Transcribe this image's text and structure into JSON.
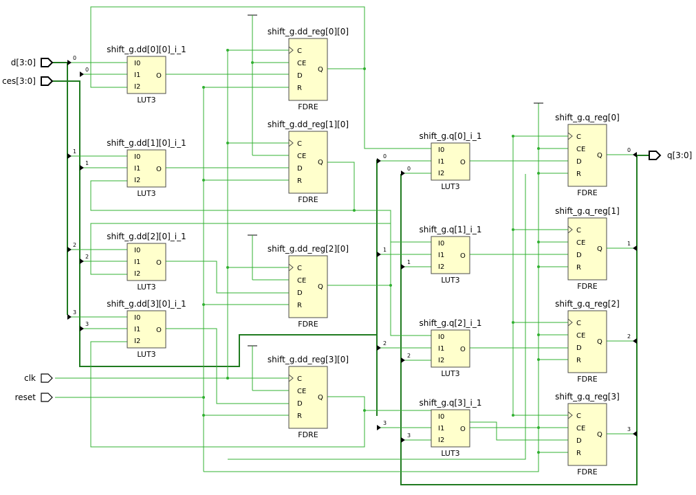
{
  "ports": {
    "inputs": [
      {
        "name": "d[3:0]",
        "bus": true
      },
      {
        "name": "ces[3:0]",
        "bus": true
      },
      {
        "name": "clk",
        "bus": false
      },
      {
        "name": "reset",
        "bus": false
      }
    ],
    "outputs": [
      {
        "name": "q[3:0]",
        "bus": true
      }
    ]
  },
  "luts_stage1": [
    {
      "name": "shift_g.dd[0][0]_i_1",
      "type": "LUT3",
      "pins": [
        "I0",
        "I1",
        "I2"
      ],
      "out": "O",
      "d_index": "0",
      "ces_index": "0"
    },
    {
      "name": "shift_g.dd[1][0]_i_1",
      "type": "LUT3",
      "pins": [
        "I0",
        "I1",
        "I2"
      ],
      "out": "O",
      "d_index": "1",
      "ces_index": "1"
    },
    {
      "name": "shift_g.dd[2][0]_i_1",
      "type": "LUT3",
      "pins": [
        "I0",
        "I1",
        "I2"
      ],
      "out": "O",
      "d_index": "2",
      "ces_index": "2"
    },
    {
      "name": "shift_g.dd[3][0]_i_1",
      "type": "LUT3",
      "pins": [
        "I0",
        "I1",
        "I2"
      ],
      "out": "O",
      "d_index": "3",
      "ces_index": "3"
    }
  ],
  "regs_stage1": [
    {
      "name": "shift_g.dd_reg[0][0]",
      "type": "FDRE",
      "pins": [
        "C",
        "CE",
        "D",
        "R"
      ],
      "out": "Q"
    },
    {
      "name": "shift_g.dd_reg[1][0]",
      "type": "FDRE",
      "pins": [
        "C",
        "CE",
        "D",
        "R"
      ],
      "out": "Q"
    },
    {
      "name": "shift_g.dd_reg[2][0]",
      "type": "FDRE",
      "pins": [
        "C",
        "CE",
        "D",
        "R"
      ],
      "out": "Q"
    },
    {
      "name": "shift_g.dd_reg[3][0]",
      "type": "FDRE",
      "pins": [
        "C",
        "CE",
        "D",
        "R"
      ],
      "out": "Q"
    }
  ],
  "luts_stage2": [
    {
      "name": "shift_g.q[0]_i_1",
      "type": "LUT3",
      "pins": [
        "I0",
        "I1",
        "I2"
      ],
      "out": "O",
      "i1_index": "0",
      "i2_index": "0"
    },
    {
      "name": "shift_g.q[1]_i_1",
      "type": "LUT3",
      "pins": [
        "I0",
        "I1",
        "I2"
      ],
      "out": "O",
      "i1_index": "1",
      "i2_index": "1"
    },
    {
      "name": "shift_g.q[2]_i_1",
      "type": "LUT3",
      "pins": [
        "I0",
        "I1",
        "I2"
      ],
      "out": "O",
      "i1_index": "2",
      "i2_index": "2"
    },
    {
      "name": "shift_g.q[3]_i_1",
      "type": "LUT3",
      "pins": [
        "I0",
        "I1",
        "I2"
      ],
      "out": "O",
      "i1_index": "3",
      "i2_index": "3"
    }
  ],
  "regs_stage2": [
    {
      "name": "shift_g.q_reg[0]",
      "type": "FDRE",
      "pins": [
        "C",
        "CE",
        "D",
        "R"
      ],
      "out": "Q",
      "q_index": "0"
    },
    {
      "name": "shift_g.q_reg[1]",
      "type": "FDRE",
      "pins": [
        "C",
        "CE",
        "D",
        "R"
      ],
      "out": "Q",
      "q_index": "1"
    },
    {
      "name": "shift_g.q_reg[2]",
      "type": "FDRE",
      "pins": [
        "C",
        "CE",
        "D",
        "R"
      ],
      "out": "Q",
      "q_index": "2"
    },
    {
      "name": "shift_g.q_reg[3]",
      "type": "FDRE",
      "pins": [
        "C",
        "CE",
        "D",
        "R"
      ],
      "out": "Q",
      "q_index": "3"
    }
  ],
  "colors": {
    "wire": "#30b030",
    "bus": "#1f7a1f",
    "cell_fill": "#ffffcc",
    "cell_stroke": "#4a4a4a"
  }
}
